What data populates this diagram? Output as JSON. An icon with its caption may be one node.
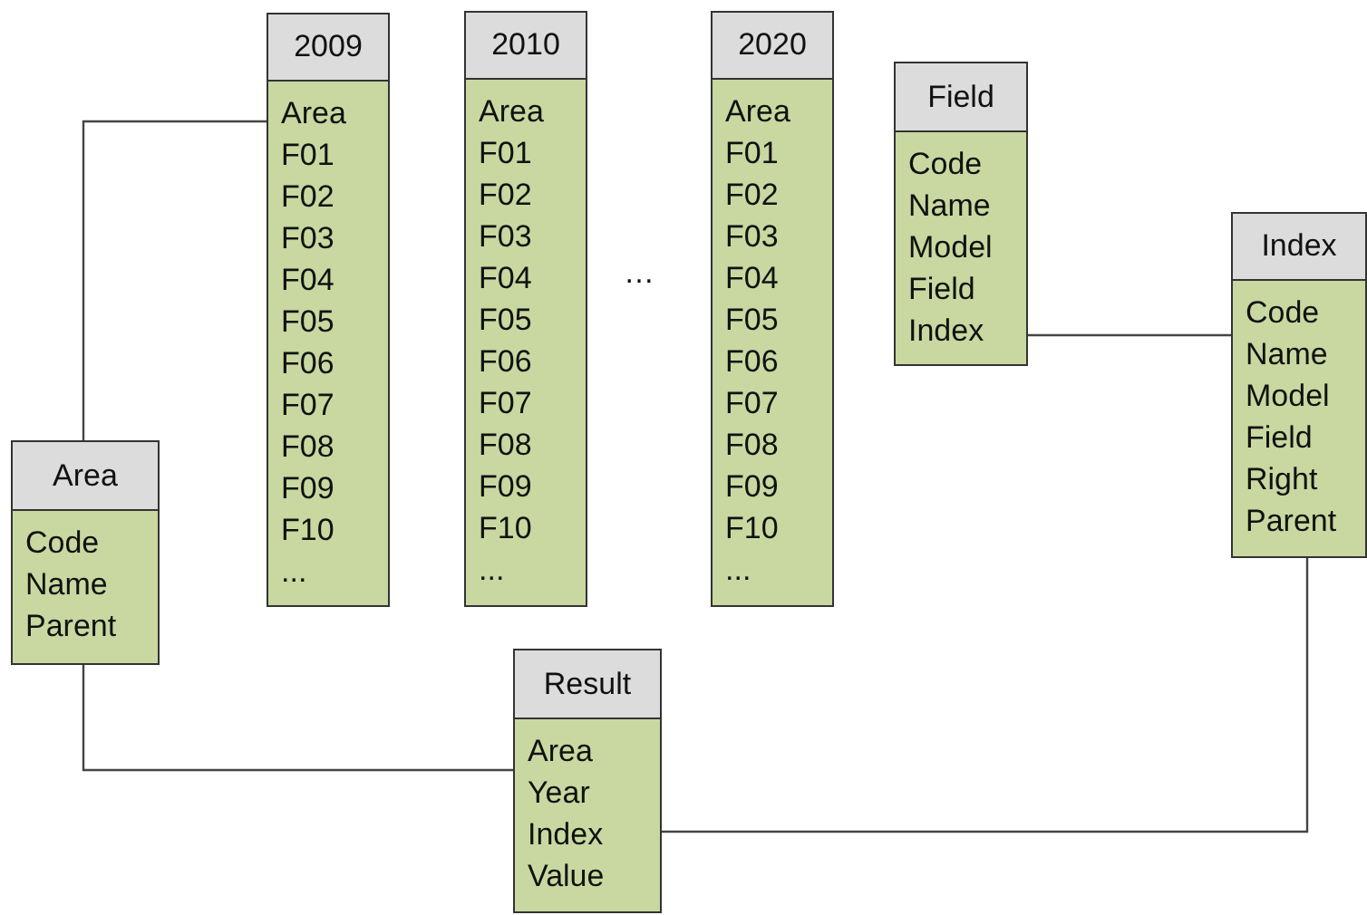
{
  "diagram": {
    "nodes": [
      {
        "text": [
          "2009",
          "Area",
          "F01",
          "F02",
          "F03",
          "F04",
          "F05",
          "F06",
          "F07",
          "F08",
          "F09",
          "F10",
          "..."
        ]
      },
      {
        "text": [
          "2010",
          "Area",
          "F01",
          "F02",
          "F03",
          "F04",
          "F05",
          "F06",
          "F07",
          "F08",
          "F09",
          "F10",
          "..."
        ]
      },
      {
        "text": [
          "2020",
          "Area",
          "F01",
          "F02",
          "F03",
          "F04",
          "F05",
          "F06",
          "F07",
          "F08",
          "F09",
          "F10",
          "..."
        ]
      },
      {
        "text": [
          "Field",
          "Code",
          "Name",
          "Model",
          "Field",
          "Index"
        ]
      },
      {
        "text": [
          "Index",
          "Code",
          "Name",
          "Model",
          "Field",
          "Right",
          "Parent"
        ]
      },
      {
        "text": [
          "Area",
          "Code",
          "Name",
          "Parent"
        ]
      },
      {
        "text": [
          "Result",
          "Area",
          "Year",
          "Index",
          "Value"
        ]
      }
    ],
    "edges": [
      {
        "from": 5,
        "to": 0,
        "arrow": "none"
      },
      {
        "from": 3,
        "to": 4,
        "arrow": "none"
      },
      {
        "from": 5,
        "to": 6,
        "arrow": "none"
      },
      {
        "from": 4,
        "to": 6,
        "arrow": "none"
      }
    ],
    "labels": [
      "…"
    ]
  }
}
